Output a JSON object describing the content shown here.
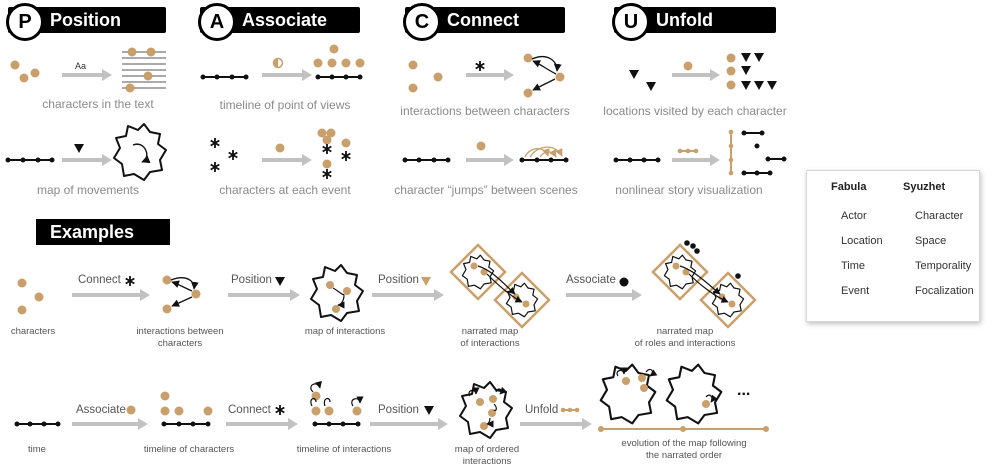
{
  "colors": {
    "accent": "#c9a06b",
    "arrow": "#c2c2c2",
    "ink": "#111111",
    "caption": "#8a8a8a"
  },
  "headers": [
    {
      "letter": "P",
      "title": "Position"
    },
    {
      "letter": "A",
      "title": "Associate"
    },
    {
      "letter": "C",
      "title": "Connect"
    },
    {
      "letter": "U",
      "title": "Unfold"
    }
  ],
  "captions": {
    "p1": "characters in the text",
    "p2": "map of movements",
    "a1": "timeline of point of views",
    "a2": "characters at each event",
    "c1": "interactions between characters",
    "c2": "character “jumps” between scenes",
    "u1": "locations visited by each character",
    "u2": "nonlinear story visualization"
  },
  "text_marker": "Aa",
  "legend": {
    "fabula_title": "Fabula",
    "syuzhet_title": "Syuzhet",
    "fabula": [
      "Actor",
      "Location",
      "Time",
      "Event"
    ],
    "syuzhet": [
      "Character",
      "Space",
      "Temporality",
      "Focalization"
    ]
  },
  "examples": {
    "title": "Examples",
    "row1": {
      "arrows": [
        "Connect",
        "Position",
        "Position",
        "Associate"
      ],
      "captions": [
        "characters",
        "interactions between\ncharacters",
        "map of interactions",
        "narrated map\nof interactions",
        "narrated map\nof roles and interactions"
      ]
    },
    "row2": {
      "arrows": [
        "Associate",
        "Connect",
        "Position",
        "Unfold"
      ],
      "captions": [
        "time",
        "timeline of characters",
        "timeline of interactions",
        "map of ordered\ninteractions",
        "evolution of the map following\nthe narrated order"
      ],
      "ellipsis": "..."
    }
  }
}
